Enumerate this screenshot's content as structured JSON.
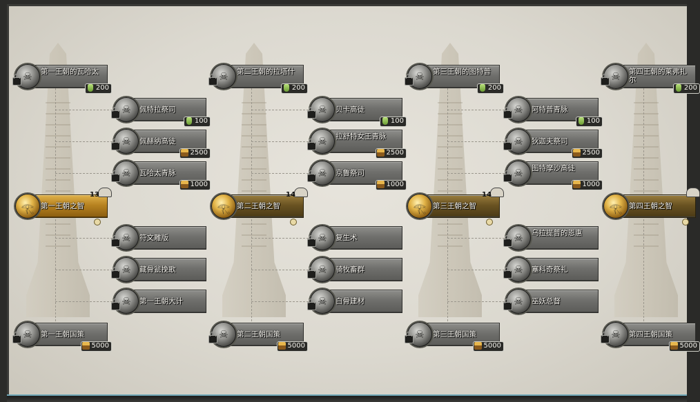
{
  "colors": {
    "parchment": "#dcd9d0",
    "plate": "#6f6f6c",
    "gold_plate": "#b78220",
    "accent": "#6fa7b7"
  },
  "dynasties": [
    {
      "ruler": {
        "name": "第一王朝的瓦哈太",
        "cost": "200",
        "cost_icon": "bottle-icon"
      },
      "upper": [
        {
          "name": "佩特拉祭司",
          "cost": "100",
          "cost_icon": "bottle-icon"
        },
        {
          "name": "佩赫纳高徒",
          "cost": "2500",
          "cost_icon": "chest-icon"
        },
        {
          "name": "瓦哈太青脉",
          "cost": "1000",
          "cost_icon": "chest-icon"
        }
      ],
      "wisdom": {
        "name": "第一王朝之智",
        "level": "13"
      },
      "lower": [
        {
          "name": "符文雕版"
        },
        {
          "name": "藏骨瓮挽歌"
        },
        {
          "name": "第一王朝大计"
        }
      ],
      "policy": {
        "name": "第一王朝国策",
        "cost": "5000",
        "cost_icon": "chest-icon"
      }
    },
    {
      "ruler": {
        "name": "第二王朝的拉塔什",
        "cost": "200",
        "cost_icon": "bottle-icon"
      },
      "upper": [
        {
          "name": "贝卡高徒",
          "cost": "100",
          "cost_icon": "bottle-icon"
        },
        {
          "name": "拉舒特女王青脉",
          "cost": "2500",
          "cost_icon": "chest-icon"
        },
        {
          "name": "京鲁祭司",
          "cost": "1000",
          "cost_icon": "chest-icon"
        }
      ],
      "wisdom": {
        "name": "第二王朝之智",
        "level": "14"
      },
      "lower": [
        {
          "name": "复生术"
        },
        {
          "name": "骑牧畜群"
        },
        {
          "name": "白骨建材"
        }
      ],
      "policy": {
        "name": "第二王朝国策",
        "cost": "5000",
        "cost_icon": "chest-icon"
      }
    },
    {
      "ruler": {
        "name": "第三王朝的图特普",
        "cost": "200",
        "cost_icon": "bottle-icon"
      },
      "upper": [
        {
          "name": "阿特普青脉",
          "cost": "100",
          "cost_icon": "bottle-icon"
        },
        {
          "name": "狄迦夫祭司",
          "cost": "2500",
          "cost_icon": "chest-icon"
        },
        {
          "name": "图特摩沙高徒",
          "cost": "1000",
          "cost_icon": "chest-icon"
        }
      ],
      "wisdom": {
        "name": "第三王朝之智",
        "level": "14"
      },
      "lower": [
        {
          "name": "乌拉提普的恩惠"
        },
        {
          "name": "塞科奇祭礼"
        },
        {
          "name": "巫妖总督"
        }
      ],
      "policy": {
        "name": "第三王朝国策",
        "cost": "5000",
        "cost_icon": "chest-icon"
      }
    },
    {
      "ruler": {
        "name": "第四王朝的莱弗扎尔",
        "cost": "200",
        "cost_icon": "bottle-icon"
      },
      "wisdom": {
        "name": "第四王朝之智",
        "level": ""
      },
      "policy": {
        "name": "第四王朝国策",
        "cost": "5000",
        "cost_icon": "chest-icon"
      }
    }
  ]
}
